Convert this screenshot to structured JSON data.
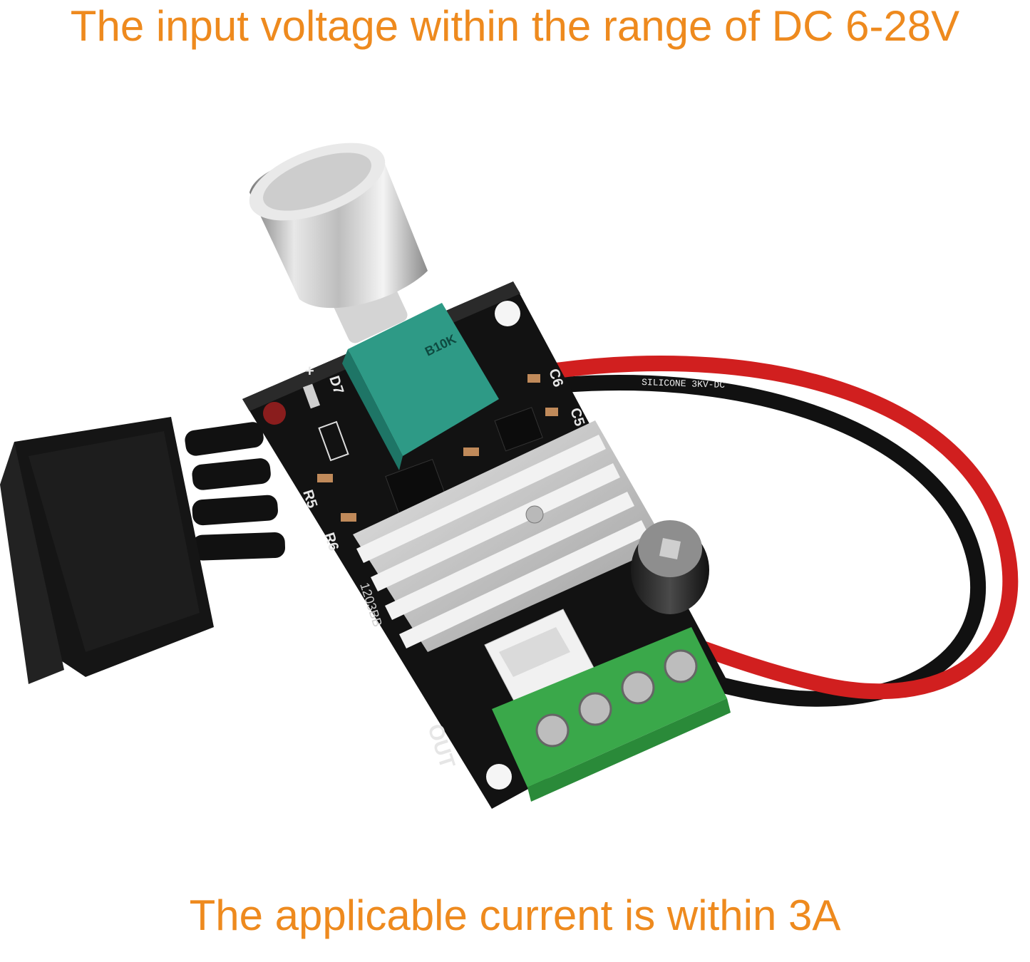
{
  "captions": {
    "top": "The input voltage within the range of DC 6-28V",
    "bottom": "The applicable current is within 3A"
  },
  "colors": {
    "caption": "#ee8a1e",
    "board": "#121212",
    "heatsink": "#c9c9c9",
    "terminal": "#3aa84a",
    "potentiometer": "#2e9a86",
    "wire_red": "#d11f1f",
    "wire_black": "#111111"
  },
  "board_silkscreen": {
    "out_label": "OUT",
    "part_number": "1203BB",
    "r5": "R5",
    "r6": "R6",
    "d7": "D7",
    "c6": "C6",
    "c5": "C5",
    "plus": "+",
    "pot_code": "B10K",
    "wire_print": "SILICONE 3KV-DC"
  }
}
